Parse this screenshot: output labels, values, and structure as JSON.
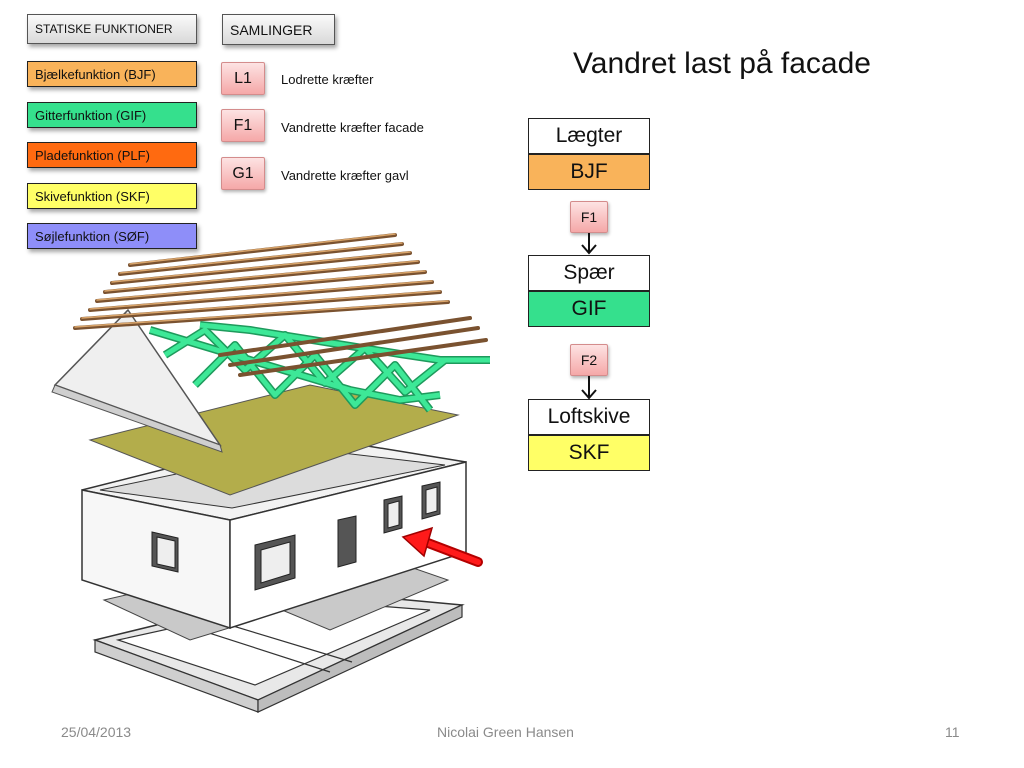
{
  "header": {
    "statiske": "STATISKE FUNKTIONER",
    "samlinger": "SAMLINGER"
  },
  "functions": [
    {
      "label": "Bjælkefunktion (BJF)",
      "color": "#f9b35a"
    },
    {
      "label": "Gitterfunktion (GIF)",
      "color": "#35e08d"
    },
    {
      "label": "Pladefunktion (PLF)",
      "color": "#ff6a10"
    },
    {
      "label": "Skivefunktion (SKF)",
      "color": "#ffff66"
    },
    {
      "label": "Søjlefunktion (SØF)",
      "color": "#8e8ef9"
    }
  ],
  "samlinger": [
    {
      "code": "L1",
      "desc": "Lodrette kræfter"
    },
    {
      "code": "F1",
      "desc": "Vandrette kræfter facade"
    },
    {
      "code": "G1",
      "desc": "Vandrette kræfter gavl"
    }
  ],
  "title": "Vandret last på facade",
  "flow": [
    {
      "name": "Lægter",
      "func": "BJF",
      "color": "#f9b35a"
    },
    {
      "name": "Spær",
      "func": "GIF",
      "color": "#35e08d"
    },
    {
      "name": "Loftskive",
      "func": "SKF",
      "color": "#ffff66"
    }
  ],
  "connections": [
    "F1",
    "F2"
  ],
  "footer": {
    "date": "25/04/2013",
    "author": "Nicolai Green Hansen",
    "page": "11"
  }
}
